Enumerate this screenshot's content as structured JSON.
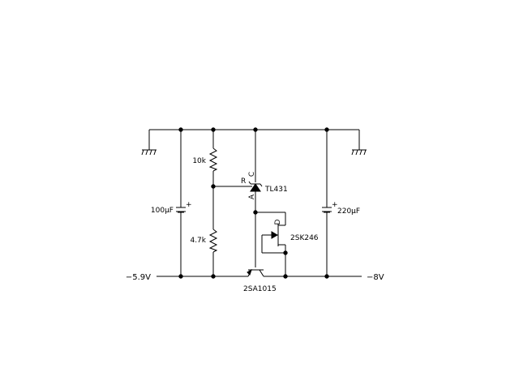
{
  "diagram": {
    "type": "circuit-schematic",
    "terminals": {
      "left": "−5.9V",
      "right": "−8V"
    },
    "components": {
      "r_top": {
        "kind": "resistor",
        "value": "10k"
      },
      "r_bottom": {
        "kind": "resistor",
        "value": "4.7k"
      },
      "c_left": {
        "kind": "electrolytic-capacitor",
        "value": "100µF",
        "polarity": "+"
      },
      "c_right": {
        "kind": "electrolytic-capacitor",
        "value": "220µF",
        "polarity": "+"
      },
      "shunt_ref": {
        "kind": "shunt-regulator",
        "part": "TL431",
        "pins": {
          "ref": "R",
          "cathode": "C",
          "anode": "A"
        }
      },
      "jfet": {
        "kind": "n-channel-jfet",
        "part": "2SK246",
        "pin_label": "D"
      },
      "transistor": {
        "kind": "pnp-transistor",
        "part": "2SA1015"
      }
    }
  }
}
